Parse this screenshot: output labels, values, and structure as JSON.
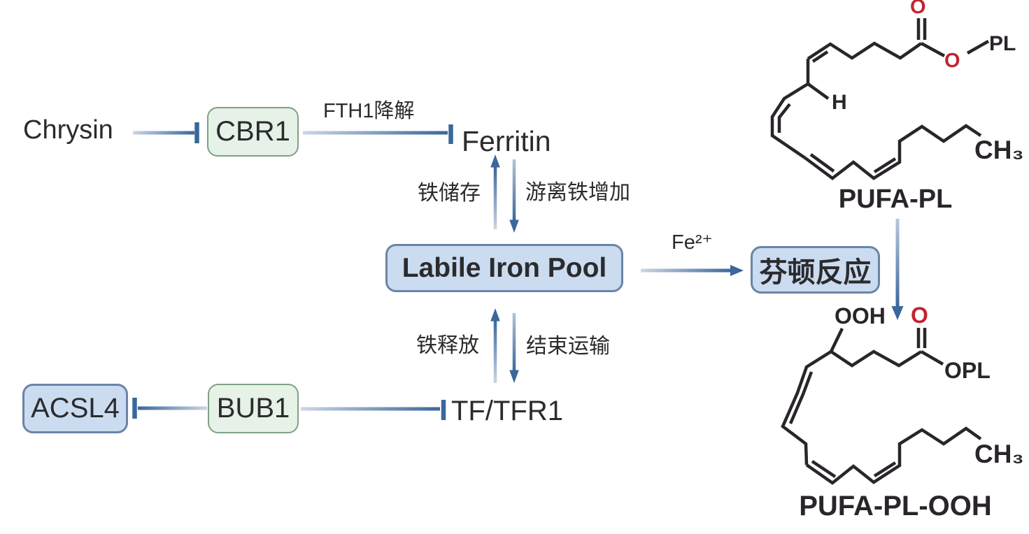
{
  "title": "Chrysin-CBR1 ferroptosis iron pathway diagram",
  "palette": {
    "arrow_dark": "#3a679c",
    "arrow_light": "#ccd6e4",
    "green_fill": "#e6f1e7",
    "green_border": "#7fa185",
    "blue_fill": "#cbdcf0",
    "blue_border": "#6b84a8",
    "red": "#c32330",
    "ink": "#29252a",
    "text": "#2b2b2e"
  },
  "nodes": {
    "chrysin": {
      "label": "Chrysin"
    },
    "cbr1": {
      "label": "CBR1"
    },
    "ferritin": {
      "label": "Ferritin"
    },
    "labile_iron_pool": {
      "label": "Labile Iron Pool"
    },
    "fenton": {
      "label": "芬顿反应"
    },
    "tf_tfr1": {
      "label": "TF/TFR1"
    },
    "bub1": {
      "label": "BUB1"
    },
    "acsl4": {
      "label": "ACSL4"
    }
  },
  "edge_labels": {
    "fth1_degradation": "FTH1降解",
    "iron_storage": "铁储存",
    "free_iron_increase": "游离铁增加",
    "fe2plus": "Fe²⁺",
    "iron_release": "铁释放",
    "end_transport": "结束运输"
  },
  "molecules": {
    "pufa_pl": {
      "name": "PUFA-PL",
      "atoms": {
        "carbonyl_o": "O",
        "ester_o": "O",
        "pl": "PL",
        "h": "H",
        "ch3": "CH₃"
      }
    },
    "pufa_pl_ooh": {
      "name": "PUFA-PL-OOH",
      "atoms": {
        "ooh": "OOH",
        "carbonyl_o": "O",
        "opl": "OPL",
        "ch3": "CH₃"
      }
    }
  }
}
